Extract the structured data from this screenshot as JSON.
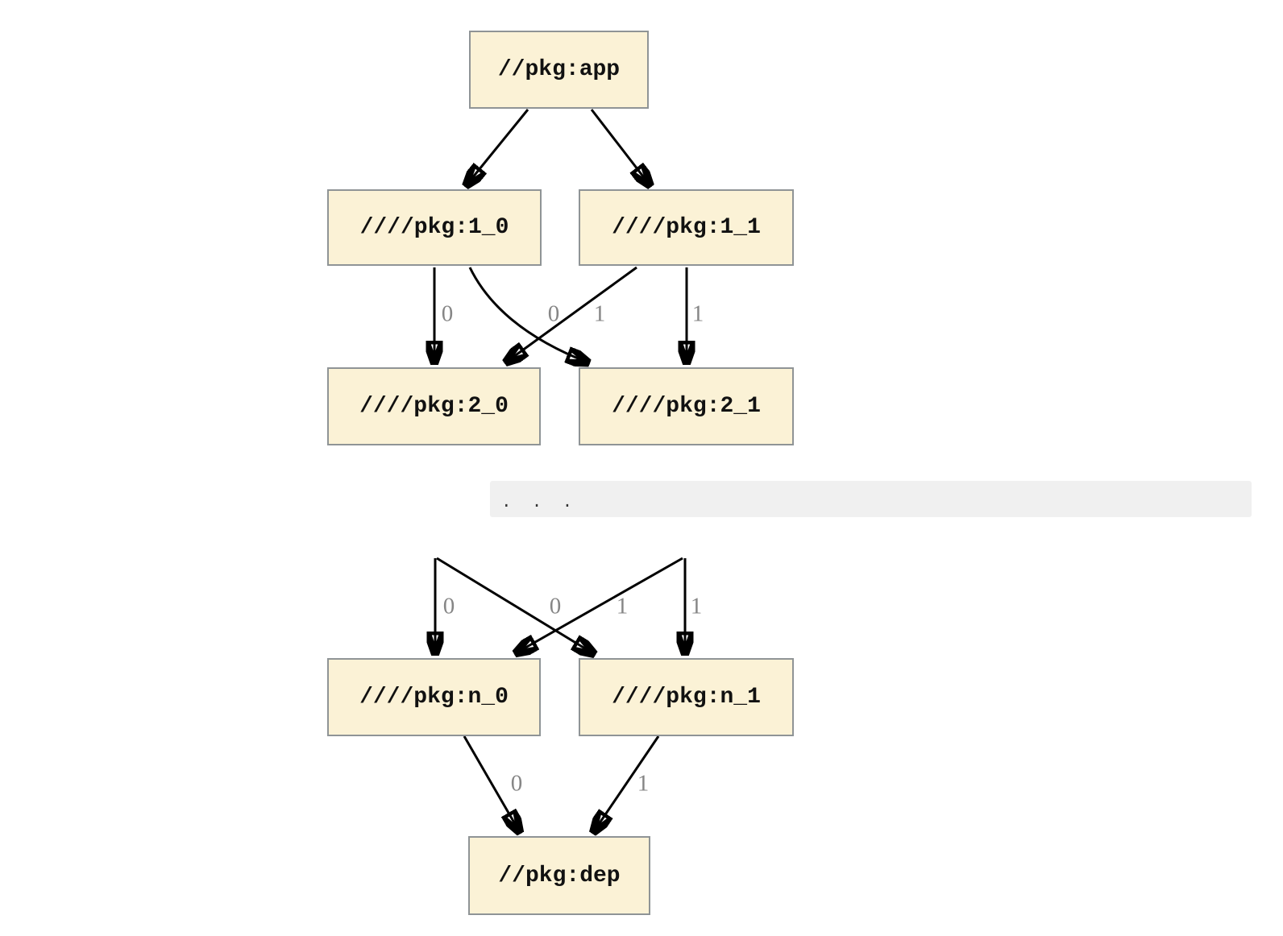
{
  "diagram": {
    "nodes": {
      "app": {
        "label": "//pkg:app"
      },
      "v1_0": {
        "label": "////pkg:1_0"
      },
      "v1_1": {
        "label": "////pkg:1_1"
      },
      "v2_0": {
        "label": "////pkg:2_0"
      },
      "v2_1": {
        "label": "////pkg:2_1"
      },
      "vn_0": {
        "label": "////pkg:n_0"
      },
      "vn_1": {
        "label": "////pkg:n_1"
      },
      "dep": {
        "label": "//pkg:dep"
      }
    },
    "ellipsis": ".  .  .",
    "edge_labels": {
      "tier1": [
        "0",
        "0",
        "1",
        "1"
      ],
      "tier2": [
        "0",
        "0",
        "1",
        "1"
      ],
      "tier3": [
        "0",
        "1"
      ]
    },
    "colors": {
      "node_fill": "#fbf2d6",
      "node_border": "#8f9496",
      "edge": "#000000",
      "edge_label": "#868686",
      "code_bar_bg": "#f0f0f0",
      "background": "#ffffff"
    }
  }
}
